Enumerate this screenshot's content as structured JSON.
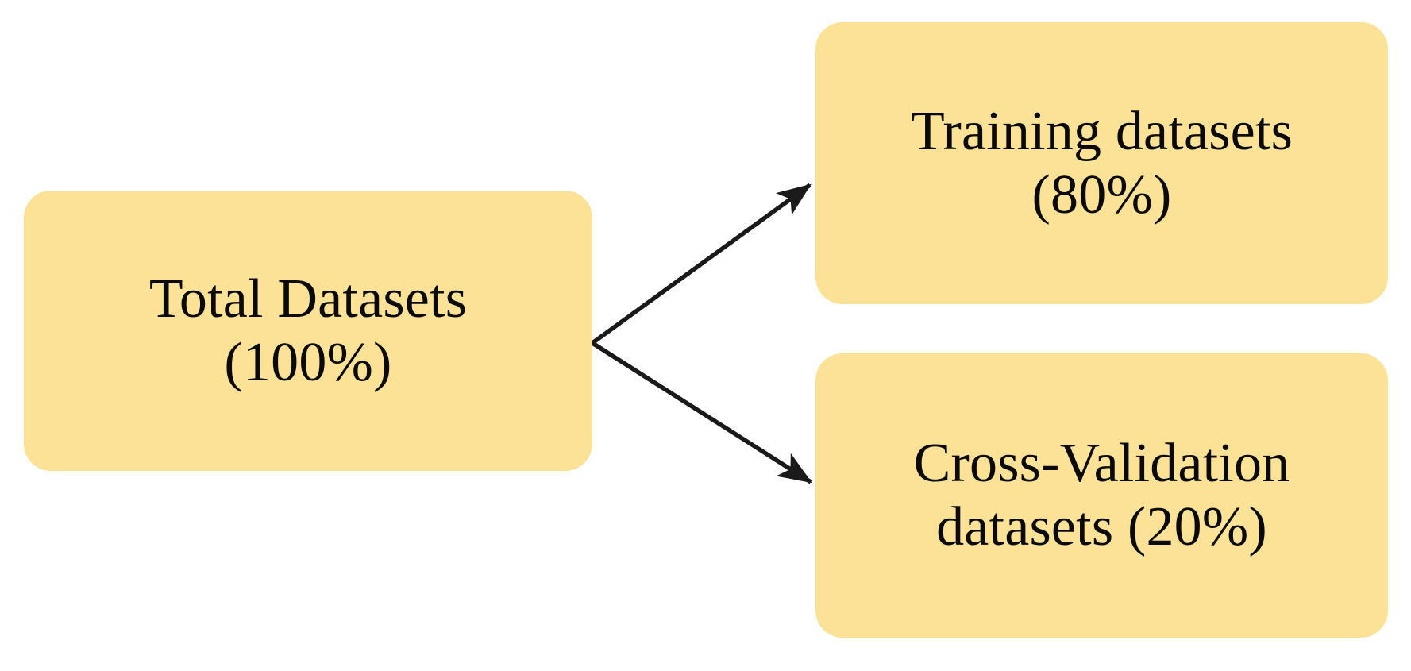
{
  "diagram": {
    "type": "flow-split",
    "background_color": "#ffffff",
    "node_fill_color": "#fce296",
    "text_color": "#0a0a0a",
    "arrow_color": "#1a1a1a",
    "nodes": [
      {
        "id": "total",
        "label": "Total Datasets (100%)",
        "percent": "100%",
        "role": "source"
      },
      {
        "id": "training",
        "label": "Training datasets (80%)",
        "percent": "80%",
        "role": "target"
      },
      {
        "id": "cross_validation",
        "label": "Cross-Validation datasets (20%)",
        "percent": "20%",
        "role": "target"
      }
    ],
    "edges": [
      {
        "from": "total",
        "to": "training",
        "style": "solid-arrow"
      },
      {
        "from": "total",
        "to": "cross_validation",
        "style": "solid-arrow"
      }
    ]
  }
}
